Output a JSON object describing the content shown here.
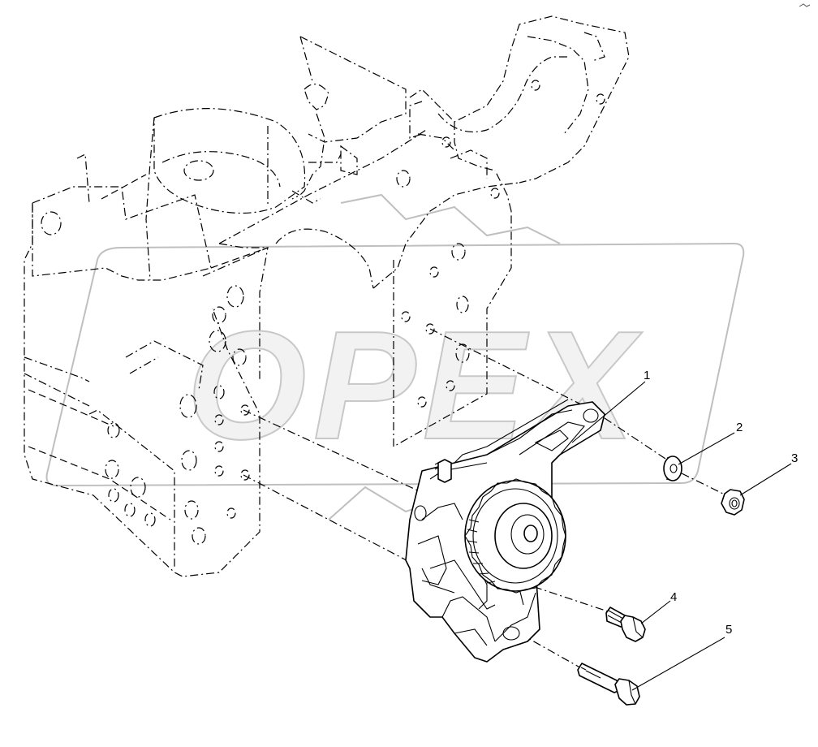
{
  "watermark": {
    "text": "OPEX"
  },
  "corner_mark": "",
  "callouts": [
    {
      "id": "1",
      "label": "1"
    },
    {
      "id": "2",
      "label": "2"
    },
    {
      "id": "3",
      "label": "3"
    },
    {
      "id": "4",
      "label": "4"
    },
    {
      "id": "5",
      "label": "5"
    }
  ],
  "parts": [
    {
      "id": "1",
      "icon": "oil-pump-gear-assembly-icon"
    },
    {
      "id": "2",
      "icon": "washer-icon"
    },
    {
      "id": "3",
      "icon": "hex-nut-icon"
    },
    {
      "id": "4",
      "icon": "short-flange-bolt-icon"
    },
    {
      "id": "5",
      "icon": "long-flange-bolt-icon"
    }
  ]
}
